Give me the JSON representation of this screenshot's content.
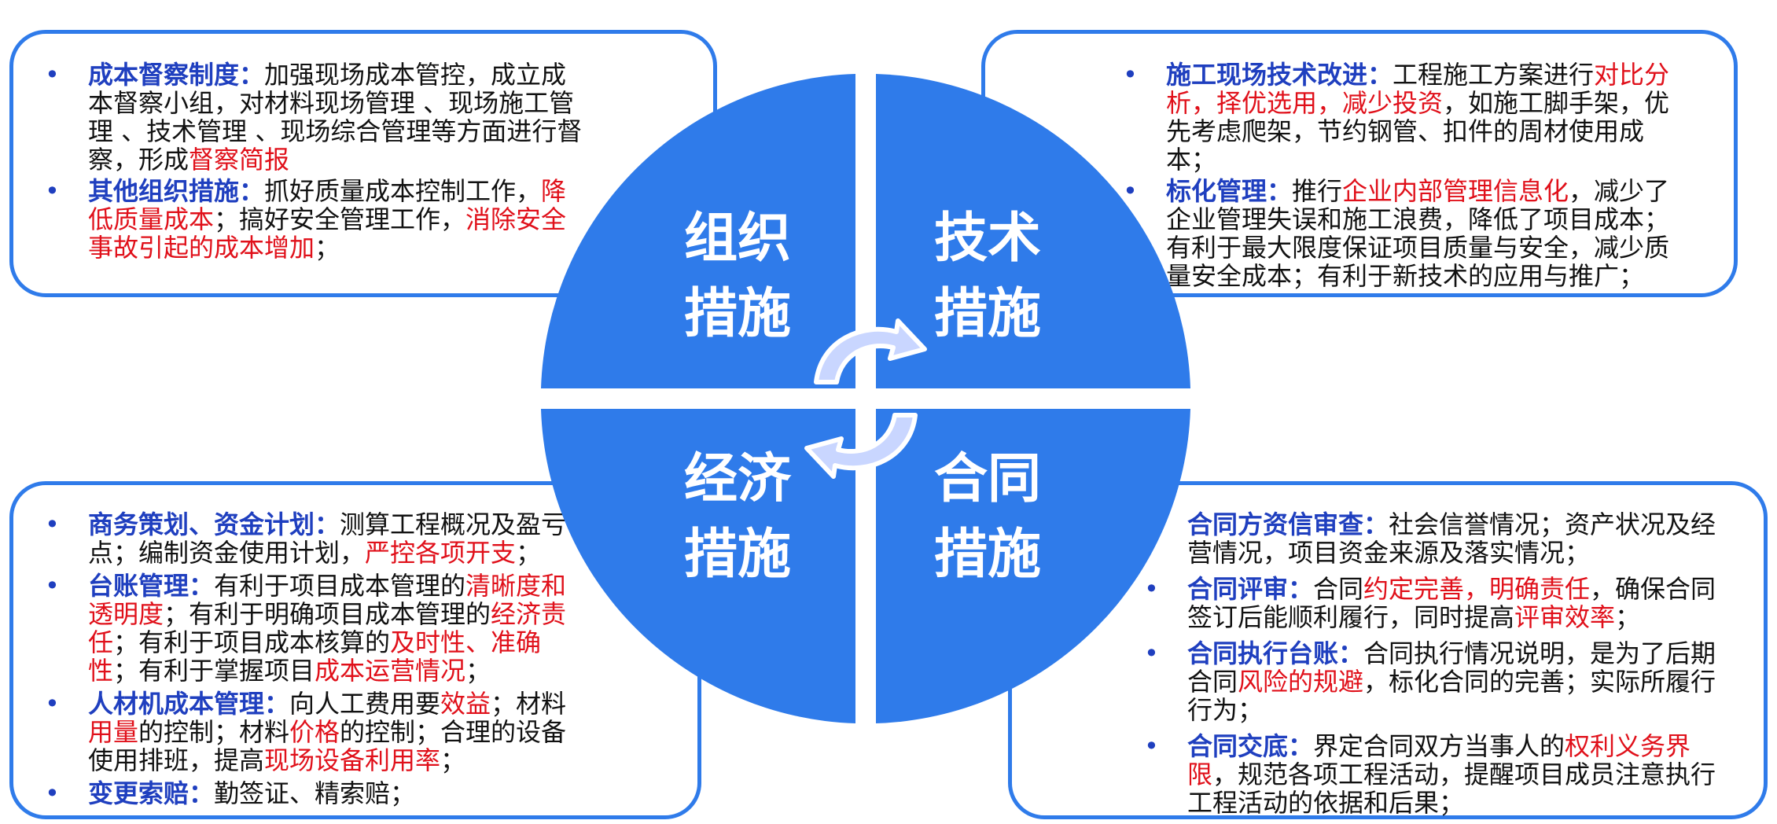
{
  "org": {
    "quadrant_label_1": "组织",
    "quadrant_label_2": "措施",
    "items": [
      {
        "title": "成本督察制度：",
        "segments": [
          {
            "text": "加强现场成本管控，成立成本督察小组，对材料现场管理 、现场施工管理 、技术管理 、现场综合管理等方面进行督察，形成",
            "red": false
          },
          {
            "text": "督察简报",
            "red": true
          }
        ]
      },
      {
        "title": "其他组织措施：",
        "segments": [
          {
            "text": "抓好质量成本控制工作，",
            "red": false
          },
          {
            "text": "降低质量成本",
            "red": true
          },
          {
            "text": "；搞好安全管理工作，",
            "red": false
          },
          {
            "text": "消除安全事故引起的成本增加",
            "red": true
          },
          {
            "text": "；",
            "red": false
          }
        ]
      }
    ]
  },
  "tech": {
    "quadrant_label_1": "技术",
    "quadrant_label_2": "措施",
    "items": [
      {
        "title": "施工现场技术改进：",
        "segments": [
          {
            "text": "工程施工方案进行",
            "red": false
          },
          {
            "text": "对比分析，择优选用，减少投资",
            "red": true
          },
          {
            "text": "，如施工脚手架，优先考虑爬架，节约钢管、扣件的周材使用成本；",
            "red": false
          }
        ]
      },
      {
        "title": "标化管理：",
        "segments": [
          {
            "text": "推行",
            "red": false
          },
          {
            "text": "企业内部管理信息化",
            "red": true
          },
          {
            "text": "，减少了企业管理失误和施工浪费，降低了项目成本；有利于最大限度保证项目质量与安全，减少质量安全成本；有利于新技术的应用与推广；",
            "red": false
          }
        ]
      }
    ]
  },
  "econ": {
    "quadrant_label_1": "经济",
    "quadrant_label_2": "措施",
    "items": [
      {
        "title": "商务策划、资金计划：",
        "segments": [
          {
            "text": "测算工程概况及盈亏点；编制资金使用计划，",
            "red": false
          },
          {
            "text": "严控各项开支",
            "red": true
          },
          {
            "text": "；",
            "red": false
          }
        ]
      },
      {
        "title": "台账管理：",
        "segments": [
          {
            "text": "有利于项目成本管理的",
            "red": false
          },
          {
            "text": "清晰度和透明度",
            "red": true
          },
          {
            "text": "；有利于明确项目成本管理的",
            "red": false
          },
          {
            "text": "经济责任",
            "red": true
          },
          {
            "text": "；有利于项目成本核算的",
            "red": false
          },
          {
            "text": "及时性、准确性",
            "red": true
          },
          {
            "text": "；有利于掌握项目",
            "red": false
          },
          {
            "text": "成本运营情况",
            "red": true
          },
          {
            "text": "；",
            "red": false
          }
        ]
      },
      {
        "title": "人材机成本管理：",
        "segments": [
          {
            "text": "向人工费用要",
            "red": false
          },
          {
            "text": "效益",
            "red": true
          },
          {
            "text": "；材料",
            "red": false
          },
          {
            "text": "用量",
            "red": true
          },
          {
            "text": "的控制；材料",
            "red": false
          },
          {
            "text": "价格",
            "red": true
          },
          {
            "text": "的控制；合理的设备使用排班，提高",
            "red": false
          },
          {
            "text": "现场设备利用率",
            "red": true
          },
          {
            "text": "；",
            "red": false
          }
        ]
      },
      {
        "title": "变更索赔：",
        "segments": [
          {
            "text": "勤签证、精索赔；",
            "red": false
          }
        ]
      }
    ]
  },
  "con": {
    "quadrant_label_1": "合同",
    "quadrant_label_2": "措施",
    "items": [
      {
        "title": "合同方资信审查：",
        "segments": [
          {
            "text": "社会信誉情况；资产状况及经营情况，项目资金来源及落实情况；",
            "red": false
          }
        ]
      },
      {
        "title": "合同评审：",
        "segments": [
          {
            "text": "合同",
            "red": false
          },
          {
            "text": "约定完善，明确责任",
            "red": true
          },
          {
            "text": "，确保合同签订后能顺利履行，同时提高",
            "red": false
          },
          {
            "text": "评审效率",
            "red": true
          },
          {
            "text": "；",
            "red": false
          }
        ]
      },
      {
        "title": "合同执行台账：",
        "segments": [
          {
            "text": "合同执行情况说明，是为了后期合同",
            "red": false
          },
          {
            "text": "风险的规避",
            "red": true
          },
          {
            "text": "，标化合同的完善；实际所履行行为；",
            "red": false
          }
        ]
      },
      {
        "title": "合同交底：",
        "segments": [
          {
            "text": "界定合同双方当事人的",
            "red": false
          },
          {
            "text": "权利义务界限",
            "red": true
          },
          {
            "text": "，规范各项工程活动，提醒项目成员注意执行工程活动的依据和后果；",
            "red": false
          }
        ]
      }
    ]
  },
  "colors": {
    "circle_blue": "#2f7bea",
    "card_border": "#2f7bea",
    "title_blue": "#1f3fbf",
    "highlight_red": "#e0101a",
    "arrow_fill": "#c9d6ff"
  },
  "icons": {
    "center": "cycle-arrows-icon"
  }
}
